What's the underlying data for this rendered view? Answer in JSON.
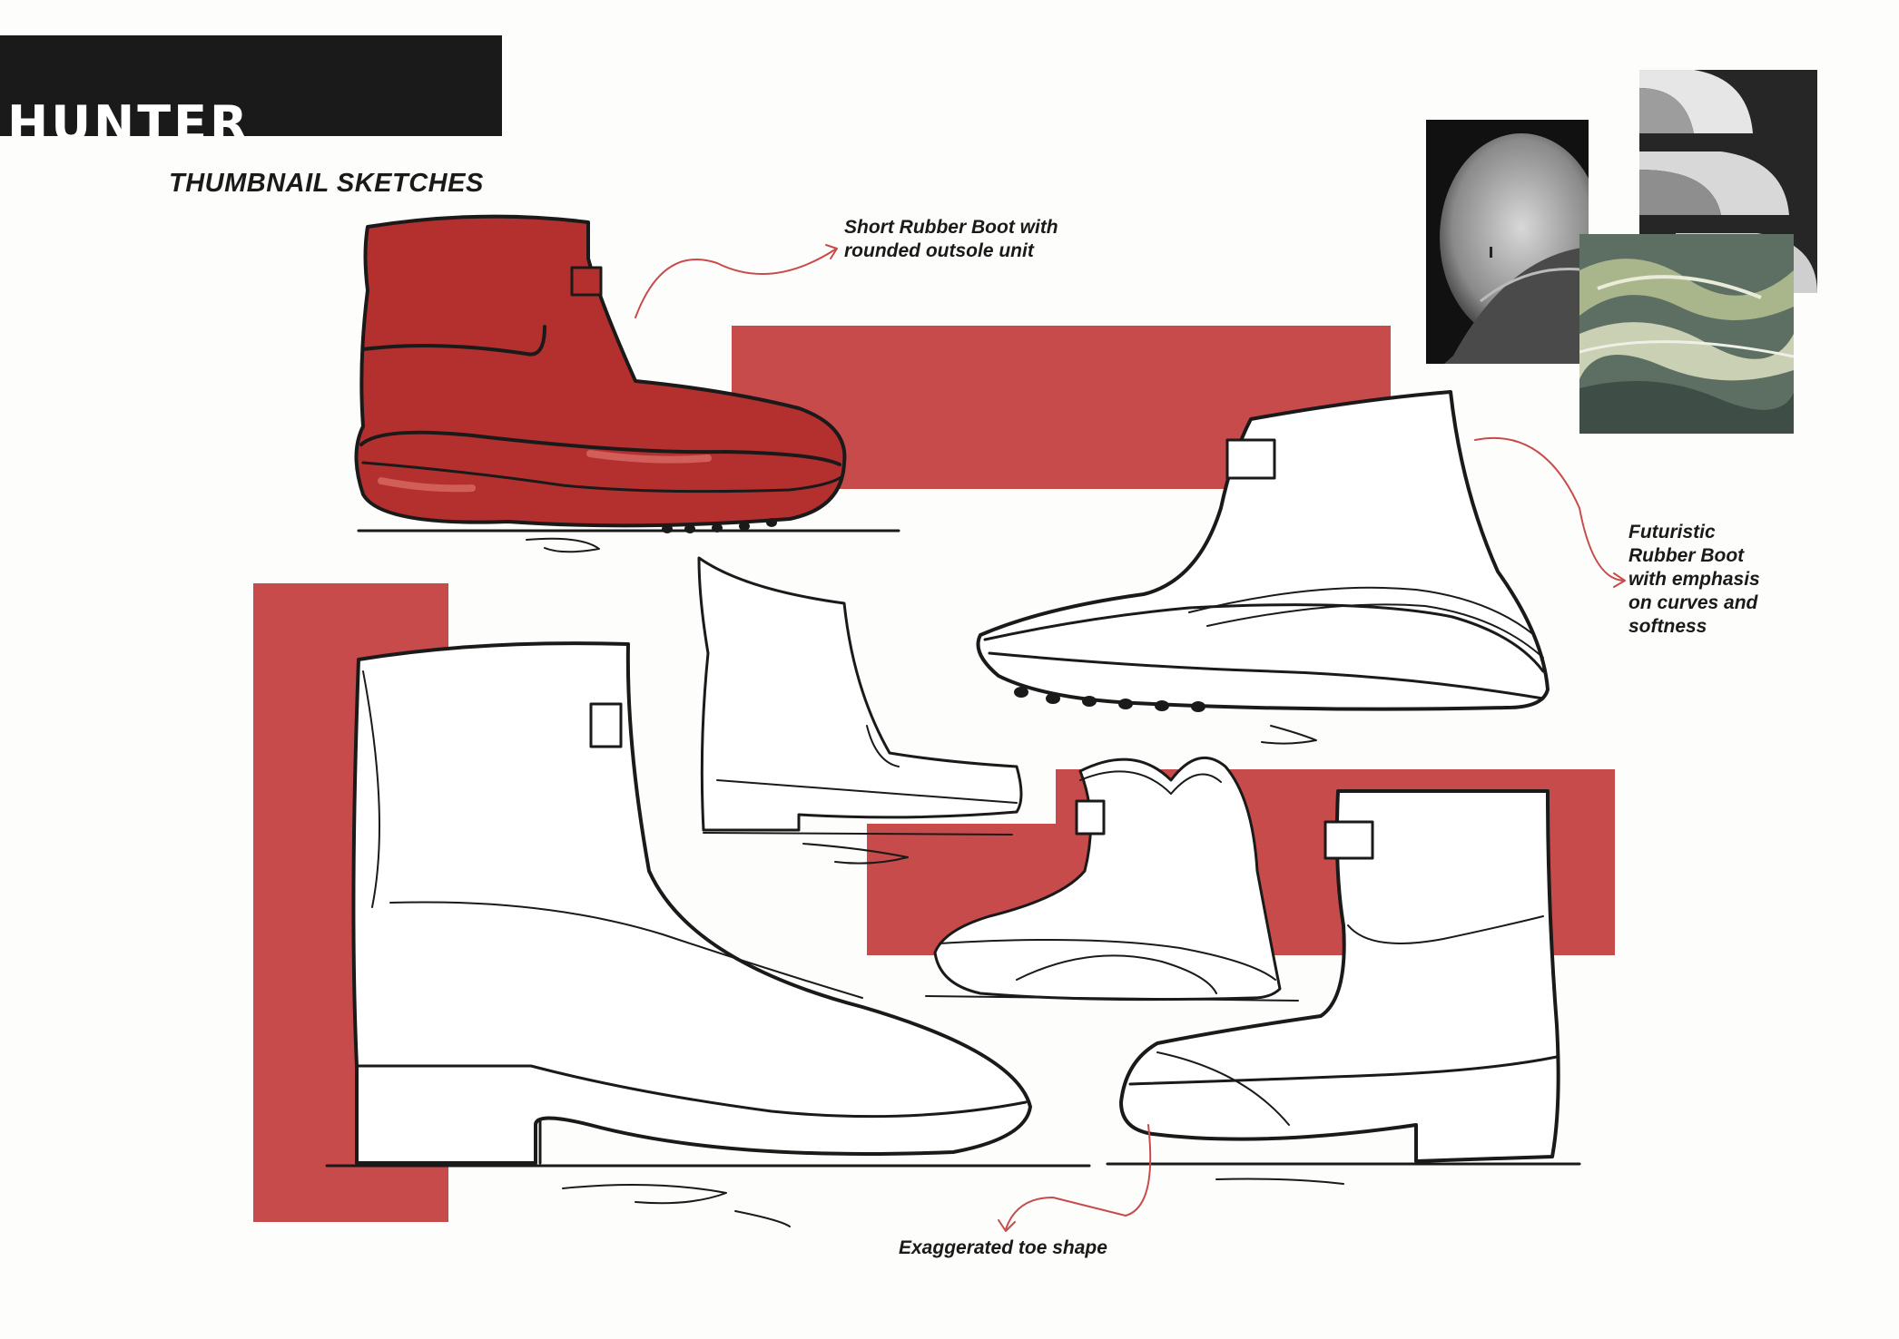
{
  "brand": {
    "name": "HUNTER",
    "colors": {
      "bar": "#1b1a1a",
      "accent": "#c84b4c",
      "boot_fill": "#b3302e"
    }
  },
  "page": {
    "section_title": "THUMBNAIL SKETCHES"
  },
  "annotations": {
    "short_boot": [
      "Short Rubber Boot with",
      "rounded outsole unit"
    ],
    "futuristic_boot": [
      "Futuristic",
      "Rubber Boot",
      "with emphasis",
      "on curves and",
      "softness"
    ],
    "toe_shape": [
      "Exaggerated toe shape"
    ]
  },
  "mood_board": {
    "images": [
      "architecture-tunnel-photo",
      "curved-concrete-photo",
      "flowing-water-photo"
    ]
  }
}
